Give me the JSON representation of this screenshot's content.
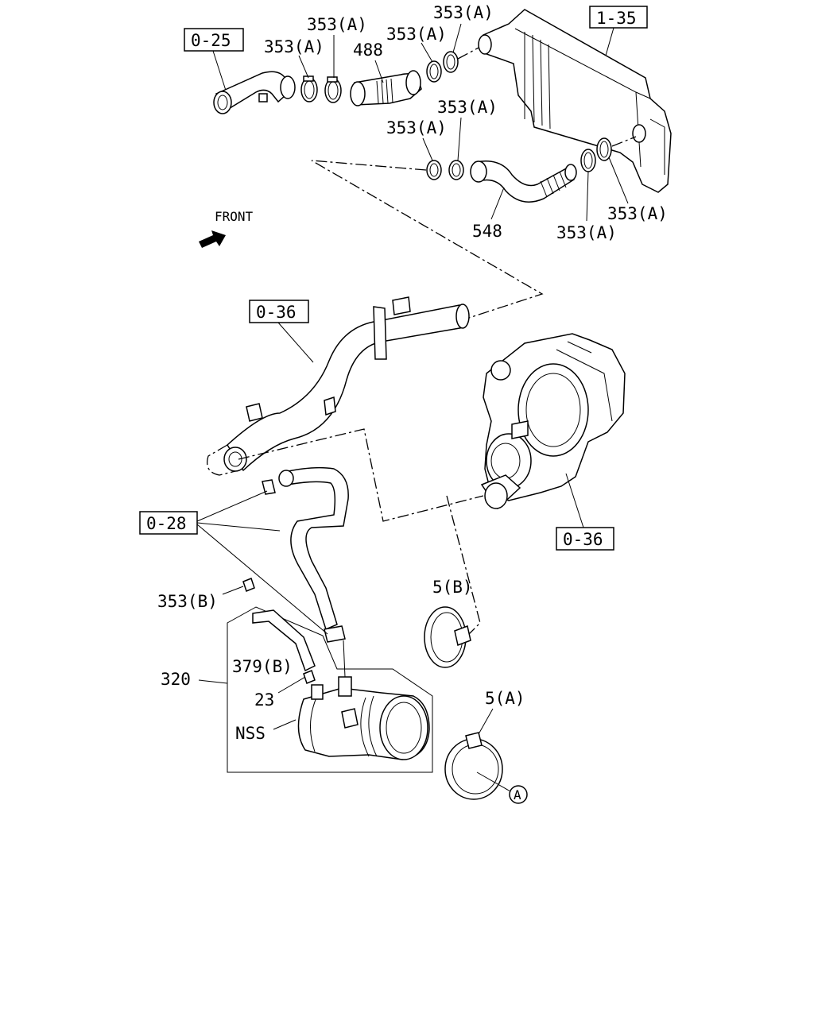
{
  "labels": {
    "ref_0_25": "0-25",
    "ref_1_35": "1-35",
    "ref_0_36_top": "0-36",
    "ref_0_36_right": "0-36",
    "ref_0_28": "0-28",
    "clamp_353a_1": "353(A)",
    "clamp_353a_2": "353(A)",
    "clamp_353a_3": "353(A)",
    "clamp_353a_4": "353(A)",
    "clamp_353a_5": "353(A)",
    "clamp_353a_6": "353(A)",
    "clamp_353a_7": "353(A)",
    "clamp_353a_8": "353(A)",
    "hose_488": "488",
    "hose_548": "548",
    "front": "FRONT",
    "clamp_353b": "353(B)",
    "hose_379b": "379(B)",
    "part_320": "320",
    "part_23": "23",
    "nss": "NSS",
    "clamp_5b": "5(B)",
    "clamp_5a": "5(A)",
    "circle_a": "A"
  }
}
